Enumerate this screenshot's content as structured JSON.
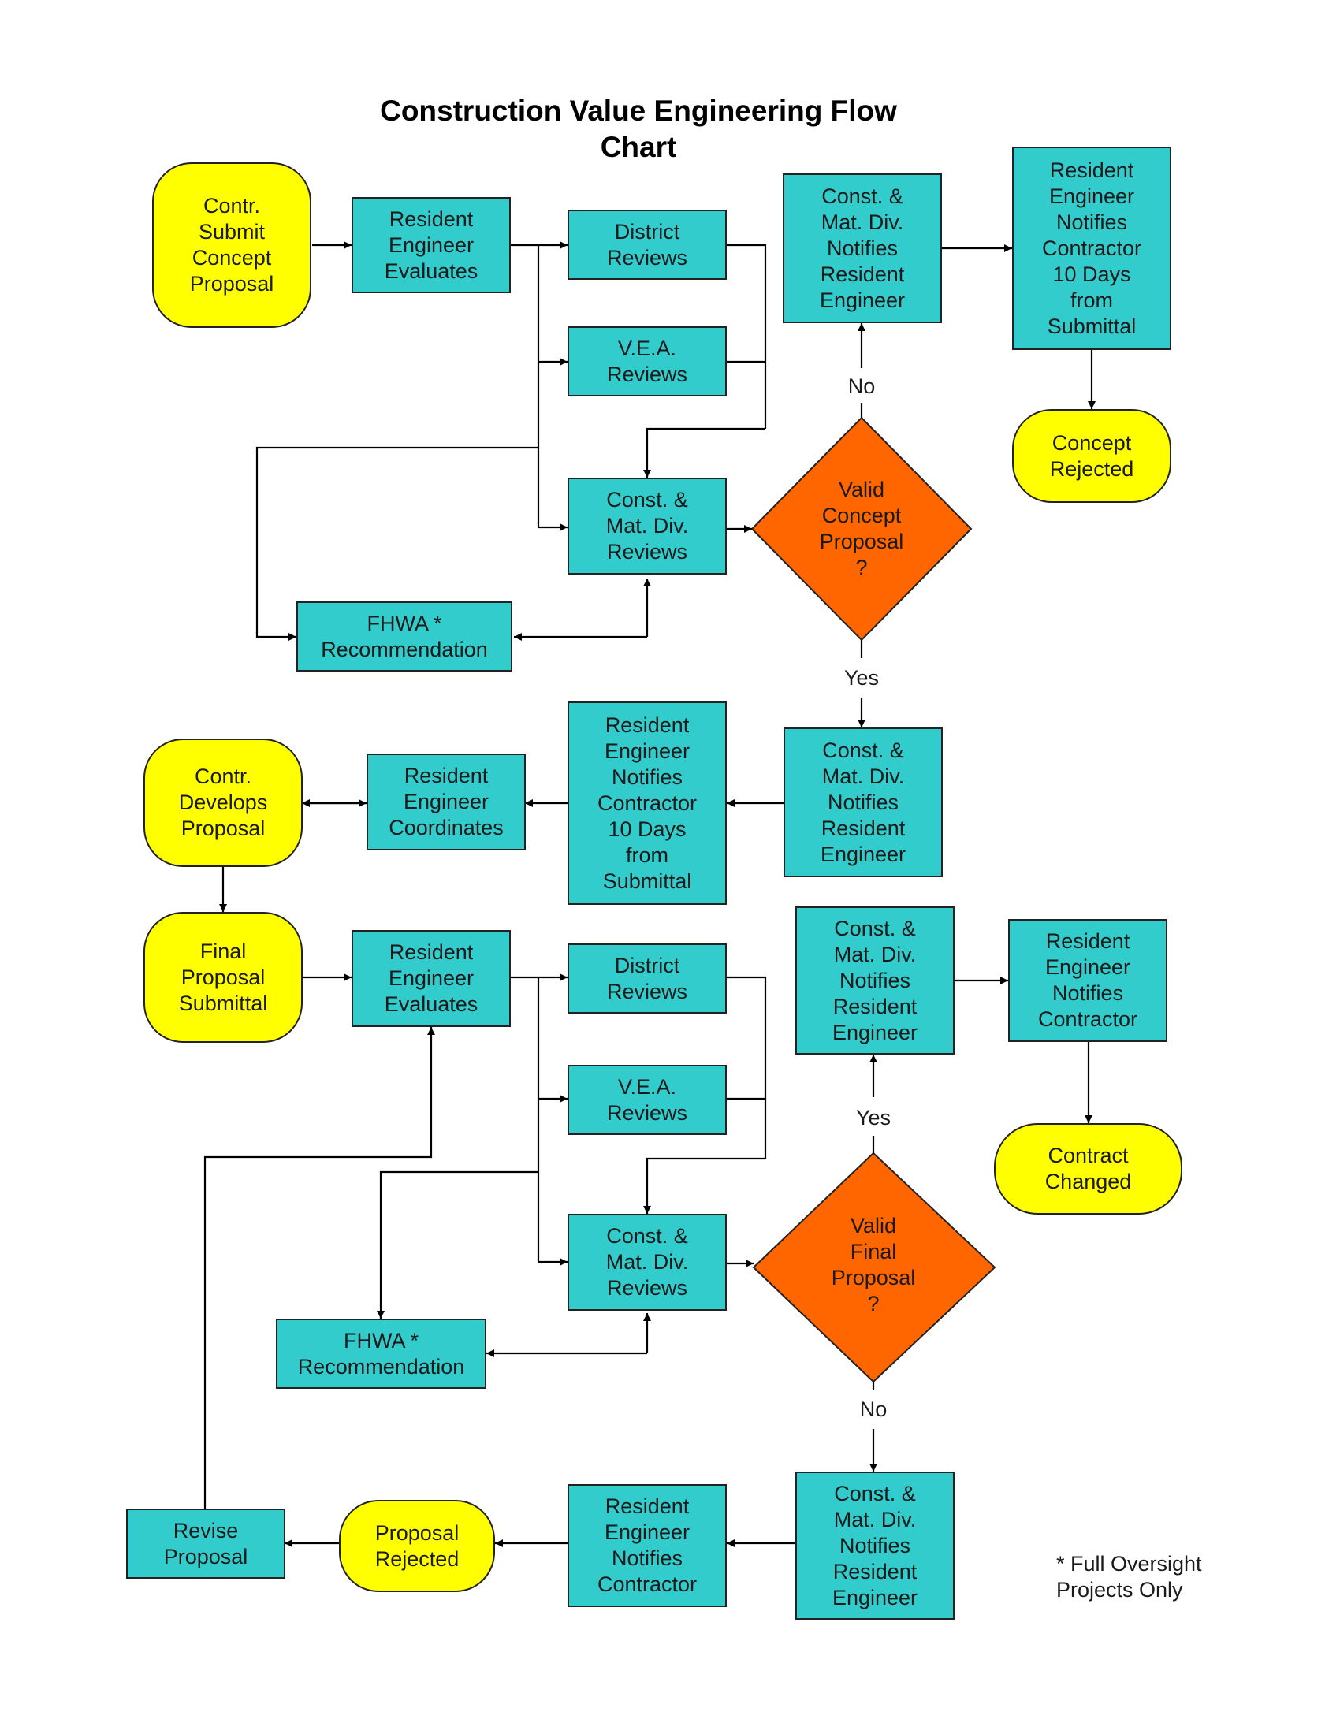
{
  "title": {
    "line1": "Construction Value Engineering Flow",
    "line2": "Chart"
  },
  "colors": {
    "process": "#33cccc",
    "terminal": "#ffff00",
    "decision": "#ff6600",
    "line": "#000000"
  },
  "nodes": {
    "contr_submit_concept": "Contr.\nSubmit\nConcept\nProposal",
    "re_evaluates_1": "Resident\nEngineer\nEvaluates",
    "district_reviews_1": "District\nReviews",
    "vea_reviews_1": "V.E.A.\nReviews",
    "cmd_reviews_1": "Const. &\nMat. Div.\nReviews",
    "fhwa_rec_1": "FHWA *\nRecommendation",
    "valid_concept": "Valid\nConcept\nProposal\n?",
    "cmd_notifies_re_no_1": "Const. &\nMat. Div.\nNotifies\nResident\nEngineer",
    "re_notifies_contractor_10_no": "Resident\nEngineer\nNotifies\nContractor\n10 Days\nfrom\nSubmittal",
    "concept_rejected": "Concept\nRejected",
    "cmd_notifies_re_yes_1": "Const. &\nMat. Div.\nNotifies\nResident\nEngineer",
    "re_notifies_contractor_10_yes": "Resident\nEngineer\nNotifies\nContractor\n10 Days\nfrom\nSubmittal",
    "re_coordinates": "Resident\nEngineer\nCoordinates",
    "contr_develops": "Contr.\nDevelops\nProposal",
    "final_submittal": "Final\nProposal\nSubmittal",
    "re_evaluates_2": "Resident\nEngineer\nEvaluates",
    "district_reviews_2": "District\nReviews",
    "vea_reviews_2": "V.E.A.\nReviews",
    "cmd_reviews_2": "Const. &\nMat. Div.\nReviews",
    "fhwa_rec_2": "FHWA *\nRecommendation",
    "valid_final": "Valid\nFinal\nProposal\n?",
    "cmd_notifies_re_yes_2": "Const. &\nMat. Div.\nNotifies\nResident\nEngineer",
    "re_notifies_contractor_yes_2": "Resident\nEngineer\nNotifies\nContractor",
    "contract_changed": "Contract\nChanged",
    "cmd_notifies_re_no_2": "Const. &\nMat. Div.\nNotifies\nResident\nEngineer",
    "re_notifies_contractor_no_2": "Resident\nEngineer\nNotifies\nContractor",
    "proposal_rejected": "Proposal\nRejected",
    "revise_proposal": "Revise\nProposal"
  },
  "labels": {
    "no_1": "No",
    "yes_1": "Yes",
    "yes_2": "Yes",
    "no_2": "No"
  },
  "footnote": "* Full Oversight\nProjects Only"
}
